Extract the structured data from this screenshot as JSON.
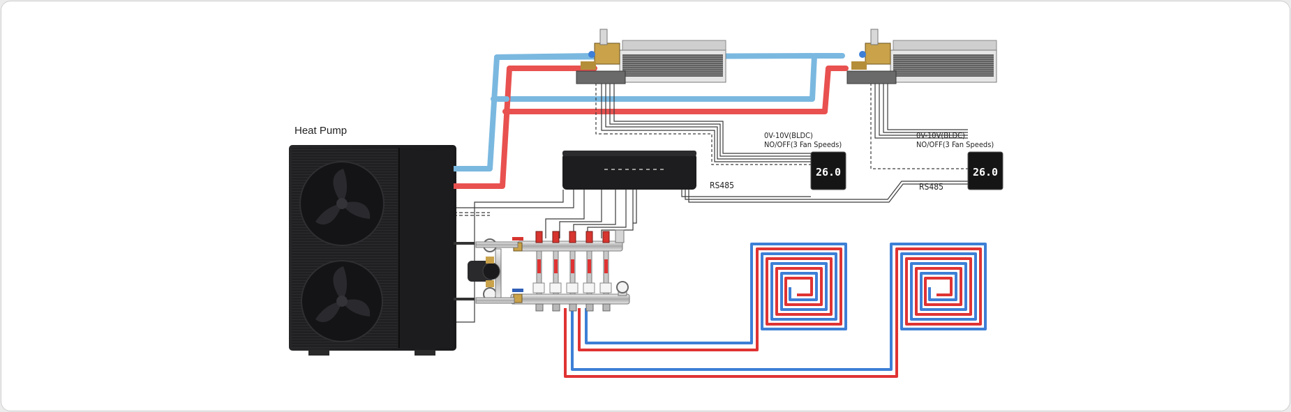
{
  "labels": {
    "heat_pump": "Heat Pump",
    "thermostat_1_signal_line1": "0V-10V(BLDC)",
    "thermostat_1_signal_line2": "NO/OFF(3 Fan Speeds)",
    "thermostat_2_signal_line1": "0V-10V(BLDC)",
    "thermostat_2_signal_line2": "NO/OFF(3 Fan Speeds)",
    "rs485_1": "RS485",
    "rs485_2": "RS485"
  },
  "thermostats": [
    {
      "display": "26.0"
    },
    {
      "display": "26.0"
    }
  ],
  "colors": {
    "supply_pipe": "#e8514f",
    "return_pipe": "#7ab8e0",
    "floor_red": "#e03333",
    "floor_blue": "#3d7fd6",
    "unit_dark": "#1d1d1f",
    "wire": "#3a3a3a"
  },
  "icons": {
    "heat_pump": "heat-pump-unit",
    "fan_coil": "ducted-fan-coil-unit",
    "controller": "wiring-center-controller",
    "thermostat": "room-thermostat",
    "manifold": "underfloor-manifold",
    "pump": "circulation-pump"
  }
}
